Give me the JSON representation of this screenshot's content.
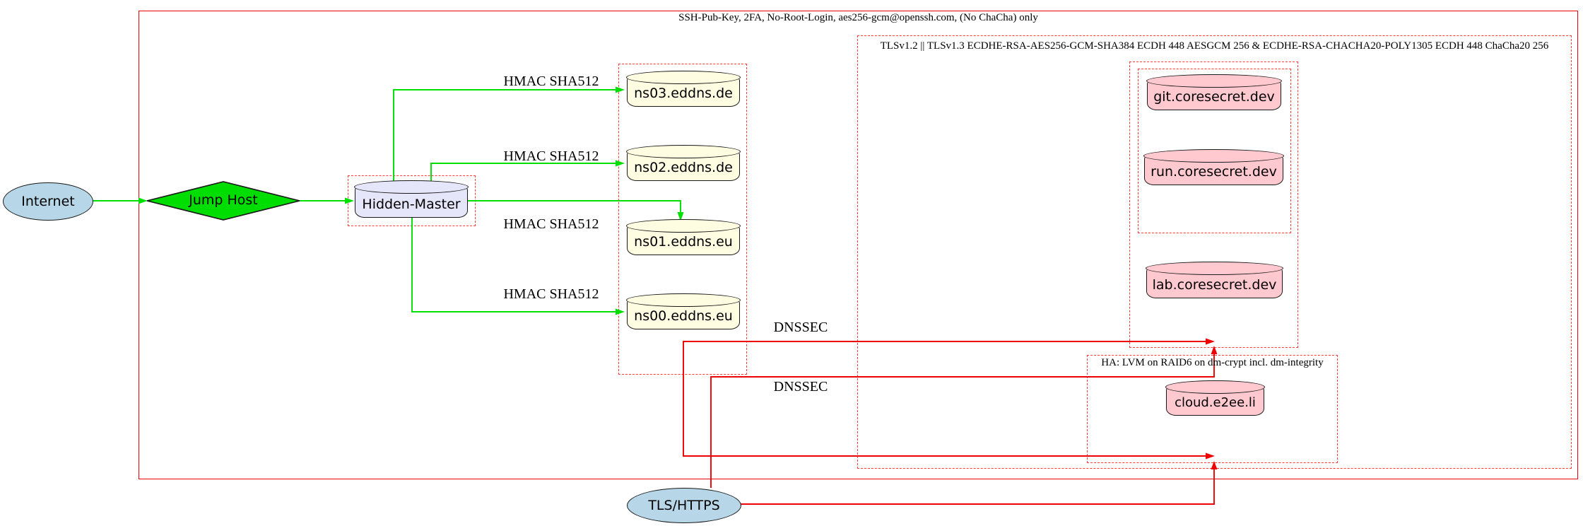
{
  "clusters": {
    "ssh_label": "SSH-Pub-Key, 2FA, No-Root-Login, aes256-gcm@openssh.com, (No ChaCha) only",
    "tls_label": "TLSv1.2 || TLSv1.3 ECDHE-RSA-AES256-GCM-SHA384 ECDH 448 AESGCM 256 & ECDHE-RSA-CHACHA20-POLY1305 ECDH 448 ChaCha20 256",
    "ha_label": "HA: LVM on RAID6 on dm-crypt incl. dm-integrity"
  },
  "nodes": {
    "internet": "Internet",
    "jump_host": "Jump Host",
    "hidden_master": "Hidden-Master",
    "ns03": "ns03.eddns.de",
    "ns02": "ns02.eddns.de",
    "ns01": "ns01.eddns.eu",
    "ns00": "ns00.eddns.eu",
    "git": "git.coresecret.dev",
    "run": "run.coresecret.dev",
    "lab": "lab.coresecret.dev",
    "cloud": "cloud.e2ee.li",
    "tls_https": "TLS/HTTPS"
  },
  "edge_labels": {
    "hmac": "HMAC SHA512",
    "dnssec": "DNSSEC"
  },
  "colors": {
    "edge_green": "#00df00",
    "edge_red": "#ee0000",
    "cluster_dashed_red": "#ff3b3b",
    "node_blue": "#b7d7e8",
    "node_green": "#00dd00",
    "node_lavender": "#e6e6fa",
    "node_lightyellow": "#fffde1",
    "node_pink": "#ffc9cf"
  }
}
